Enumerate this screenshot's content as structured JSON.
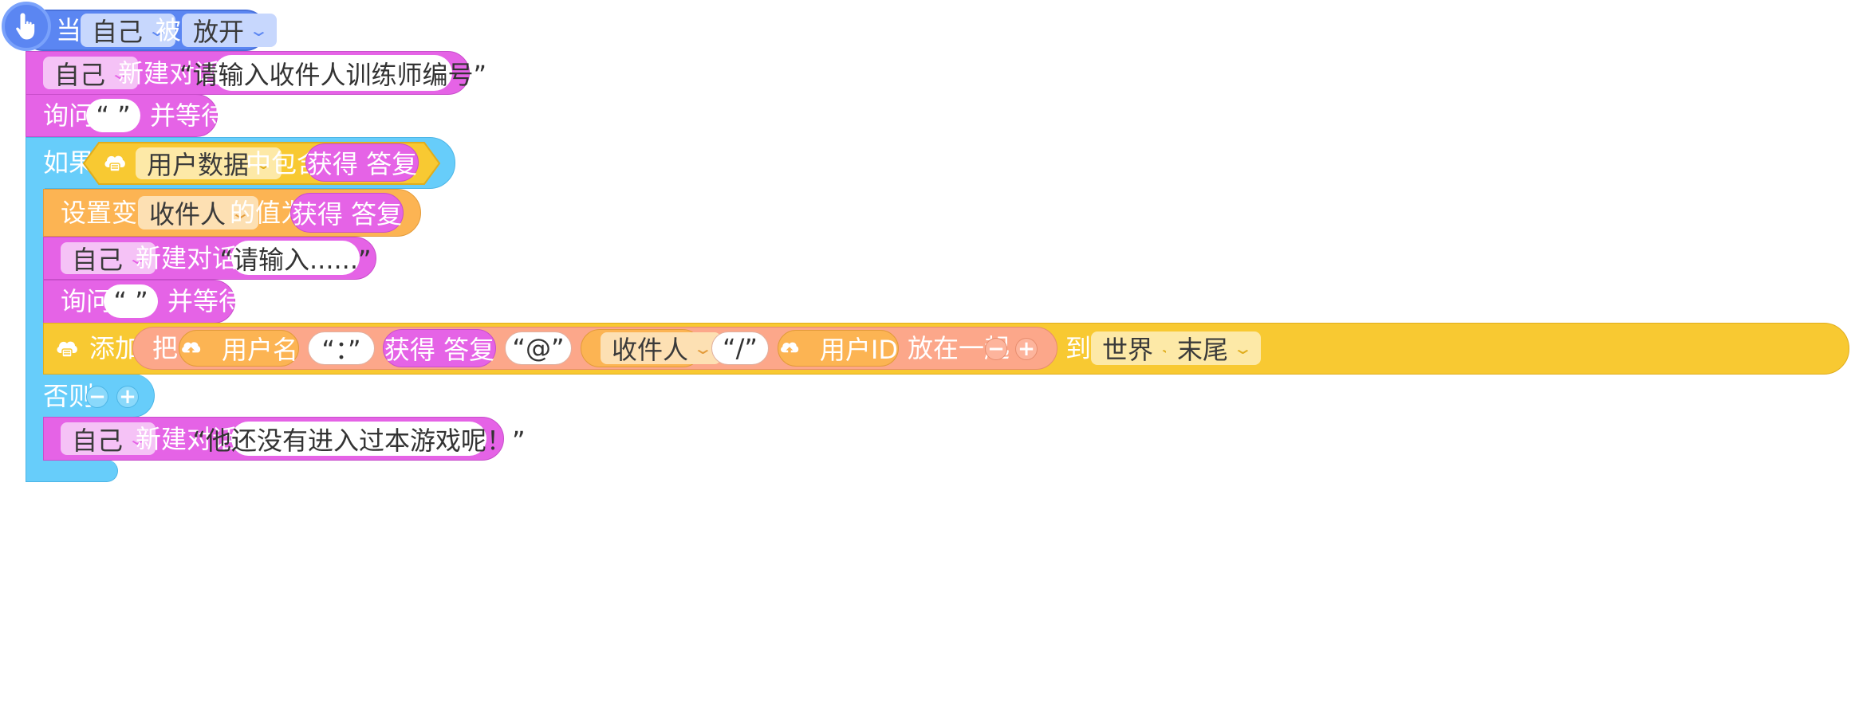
{
  "hat": {
    "when": "当",
    "target": "自己",
    "event_word": "被",
    "event": "放开"
  },
  "dialog1": {
    "target": "自己",
    "action": "新建对话框",
    "text": "“请输入收件人训练师编号”"
  },
  "ask1": {
    "action": "询问",
    "text": "“ ”",
    "suffix": "并等待"
  },
  "if_block": {
    "if_label": "如果",
    "data_source": "用户数据",
    "contains": "中包含",
    "answer": "获得 答复",
    "else_label": "否则"
  },
  "setvar": {
    "label": "设置变量",
    "variable": "收件人",
    "value_of": "的值为",
    "answer": "获得 答复"
  },
  "dialog2": {
    "target": "自己",
    "action": "新建对话框",
    "text": "“请输入......”"
  },
  "ask2": {
    "action": "询问",
    "text": "“ ”",
    "suffix": "并等待"
  },
  "add_block": {
    "action": "添加",
    "ba": "把",
    "username": "用户名",
    "colon": "“：”",
    "answer": "获得 答复",
    "at": "“@”",
    "recipient": "收件人",
    "slash": "“/”",
    "userid": "用户ID",
    "join": "放在一起",
    "minus": "−",
    "plus": "+",
    "to": "到",
    "target": "世界",
    "position": "末尾"
  },
  "else_controls": {
    "minus": "−",
    "plus": "+"
  },
  "dialog3": {
    "target": "自己",
    "action": "新建对话框",
    "text": "“他还没有进入过本游戏呢！”"
  },
  "colors": {
    "event_blue": "#5b86f2",
    "looks_pink": "#e563e6",
    "control_blue": "#67cdfa",
    "data_yellow": "#f8c932",
    "variable_orange": "#fcb453",
    "operator_salmon": "#fca78a",
    "icon_cloud": "cloud-data-icon",
    "icon_hat": "hand-pointer-icon"
  }
}
